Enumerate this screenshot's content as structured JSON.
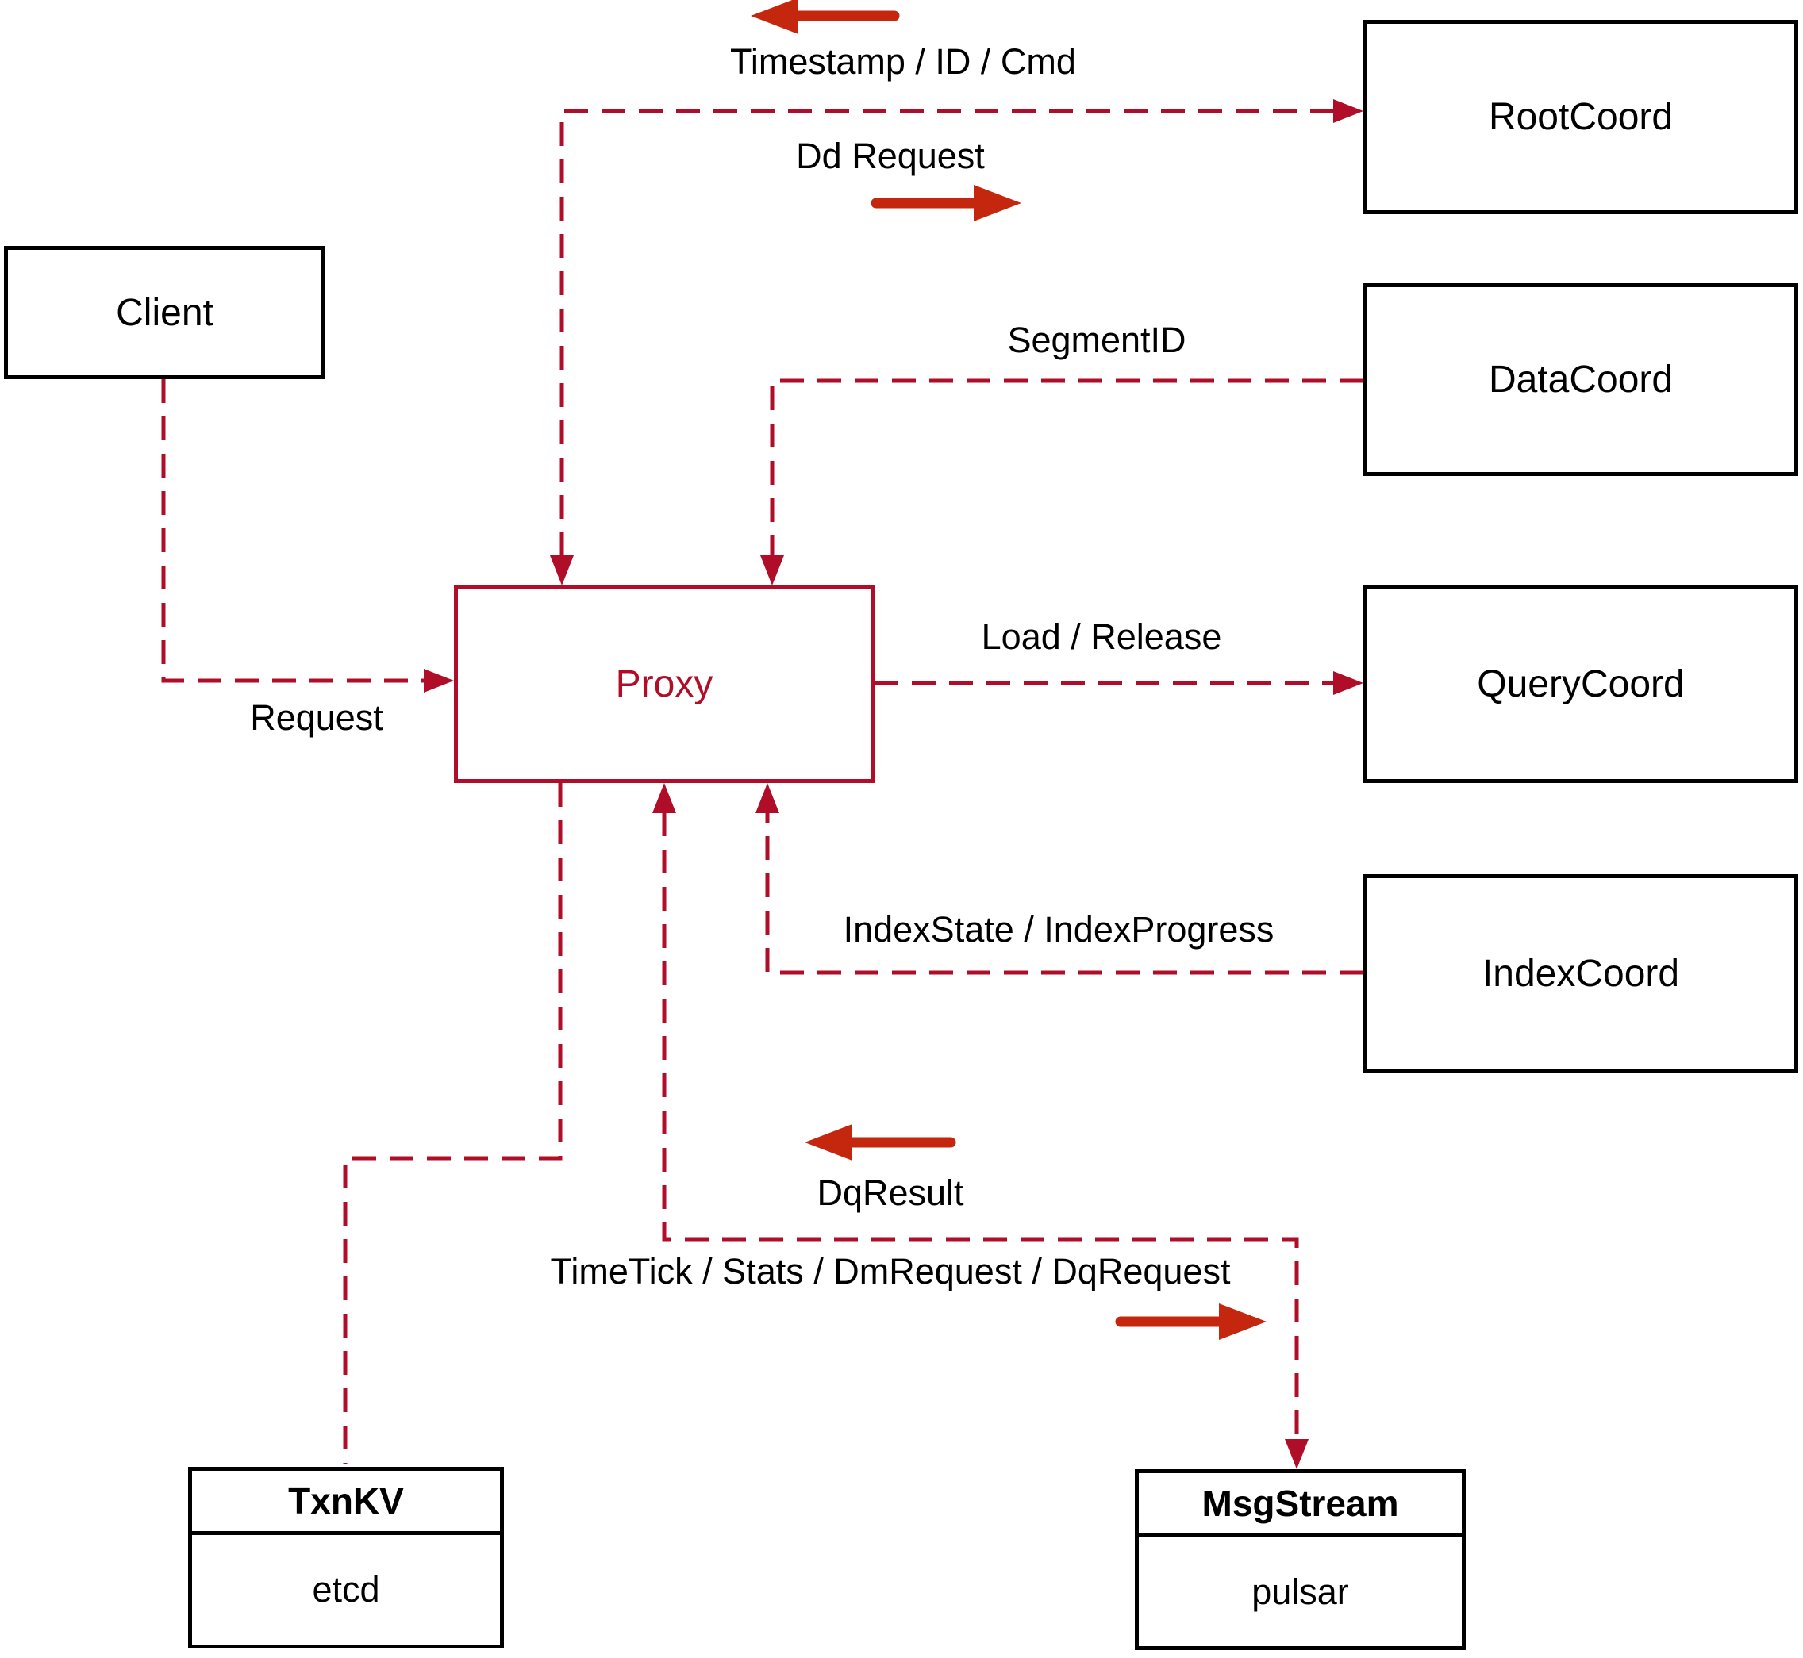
{
  "nodes": {
    "client": {
      "label": "Client"
    },
    "rootcoord": {
      "label": "RootCoord"
    },
    "datacoord": {
      "label": "DataCoord"
    },
    "querycoord": {
      "label": "QueryCoord"
    },
    "indexcoord": {
      "label": "IndexCoord"
    },
    "proxy": {
      "label": "Proxy"
    },
    "txnkv": {
      "title": "TxnKV",
      "impl": "etcd"
    },
    "msgstream": {
      "title": "MsgStream",
      "impl": "pulsar"
    }
  },
  "edges": {
    "timestamp": {
      "label": "Timestamp / ID / Cmd"
    },
    "dd_request": {
      "label": "Dd Request"
    },
    "segment_id": {
      "label": "SegmentID"
    },
    "request": {
      "label": "Request"
    },
    "load_release": {
      "label": "Load / Release"
    },
    "index_state": {
      "label": "IndexState / IndexProgress"
    },
    "dq_result": {
      "label": "DqResult"
    },
    "timetick": {
      "label": "TimeTick / Stats / DmRequest / DqRequest"
    }
  },
  "colors": {
    "dashed_line": "#b00d28",
    "solid_arrow": "#c5270e",
    "box_border": "#000000",
    "proxy_accent": "#b00d28",
    "background": "#ffffff",
    "text": "#000000"
  }
}
